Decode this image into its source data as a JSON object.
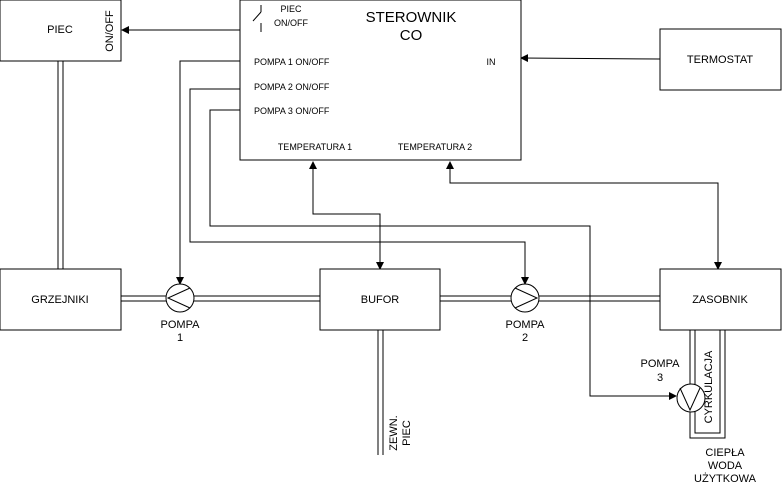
{
  "blocks": {
    "piec": "PIEC",
    "piec_onoff": "ON/OFF",
    "sterownik_line1": "STEROWNIK",
    "sterownik_line2": "CO",
    "ster_piec_line1": "PIEC",
    "ster_piec_line2": "ON/OFF",
    "pompa1_onoff": "POMPA 1 ON/OFF",
    "pompa2_onoff": "POMPA 2 ON/OFF",
    "pompa3_onoff": "POMPA 3 ON/OFF",
    "in": "IN",
    "temperatura1": "TEMPERATURA 1",
    "temperatura2": "TEMPERATURA 2",
    "termostat": "TERMOSTAT",
    "grzejniki": "GRZEJNIKI",
    "bufor": "BUFOR",
    "zasobnik": "ZASOBNIK"
  },
  "pumps": {
    "pompa1_line1": "POMPA",
    "pompa1_line2": "1",
    "pompa2_line1": "POMPA",
    "pompa2_line2": "2",
    "pompa3_line1": "POMPA",
    "pompa3_line2": "3"
  },
  "labels": {
    "zewn_line1": "ZEWN.",
    "zewn_line2": "PIEC",
    "cyrkulacja": "CYRKULACJA",
    "cwu_line1": "CIEPŁA",
    "cwu_line2": "WODA",
    "cwu_line3": "UŻYTKOWA"
  },
  "colors": {
    "line": "#000000",
    "background": "#ffffff"
  }
}
